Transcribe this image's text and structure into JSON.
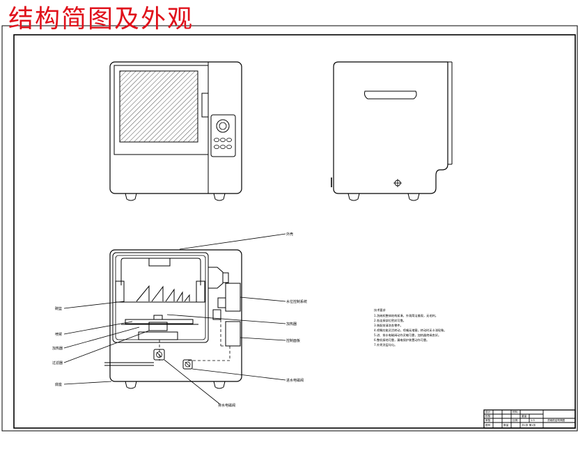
{
  "title": "结构简图及外观",
  "colors": {
    "title": "#e0111b",
    "line": "#000000",
    "dash": "#000000",
    "paper": "#ffffff"
  },
  "labels": {
    "top_right": "外壳",
    "left_1": "碗篮",
    "left_2": "喷臂",
    "left_3": "加热器",
    "left_4": "过滤器",
    "left_5": "底座",
    "right_1": "水位控制系统",
    "right_2": "加热器",
    "right_3": "控制面板",
    "bottom_center": "排水电磁阀",
    "bottom_right": "进水电磁阀"
  },
  "notes": {
    "heading": "技术要求",
    "lines": [
      "1.洗碗机整体结构紧凑，外观简洁美观，无毛刺。",
      "2.各连接部位密封可靠。",
      "3.装配前清洗各零件。",
      "4.喷臂应能灵活转动，喷嘴无堵塞，转动时无卡滞现象。",
      "5.进、排水电磁阀动作灵敏可靠，加热器绝缘良好。",
      "6.整机接地可靠，漏电保护装置动作可靠。",
      "7.外壳涂层均匀。"
    ]
  },
  "title_block": {
    "drawing_name": "洗碗机结构简图",
    "scale": "1:5",
    "sheet": "共1张 第1张",
    "c1": "设计",
    "c2": "校核",
    "c3": "审核",
    "c4": "比例",
    "c5": "重量",
    "c6": "材料",
    "c7": "图号",
    "c8": "数量"
  }
}
